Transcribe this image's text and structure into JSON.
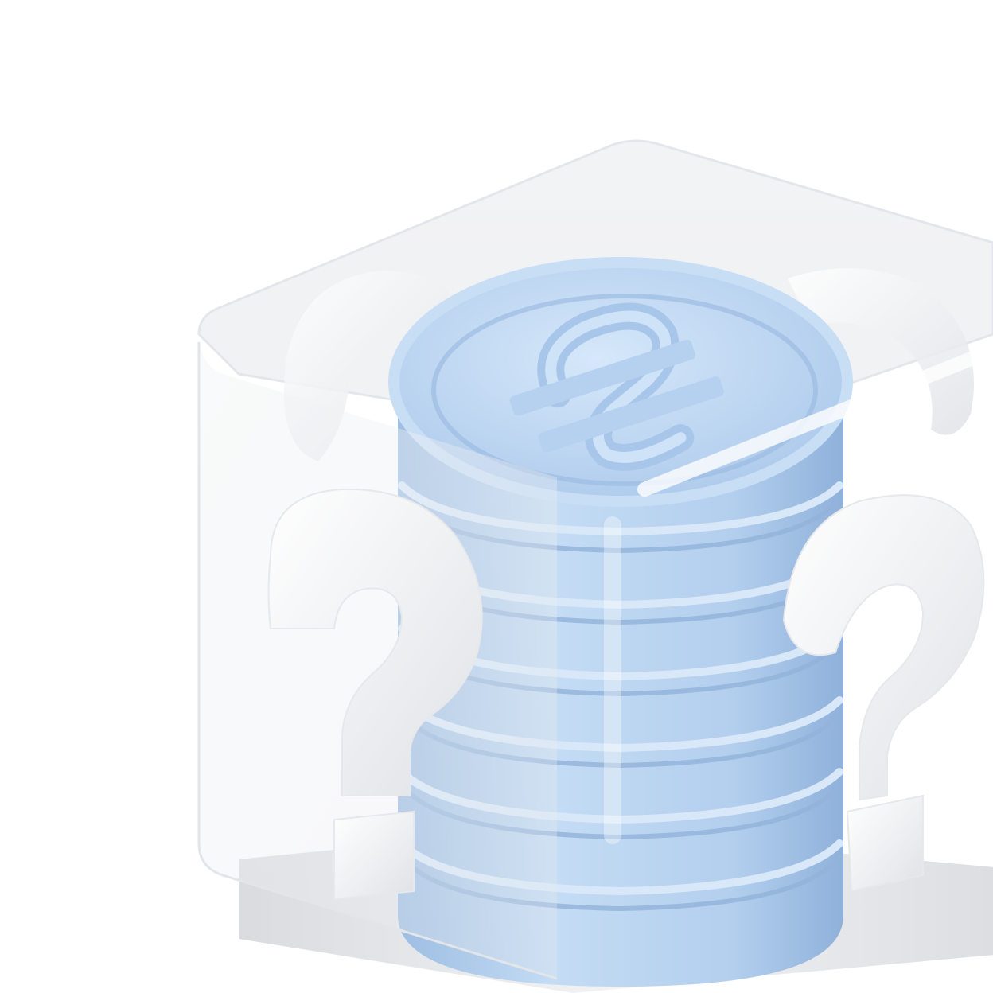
{
  "scene": {
    "background_color": "#ffffff",
    "subject": "mystery-box-with-coin-stack",
    "box": {
      "style": "frosted-glass-cube",
      "tint": "#eef1f4"
    },
    "coins": {
      "count": 7,
      "color": "#b9d4ef",
      "symbol": "hryvnia-sign-icon"
    },
    "question_marks": {
      "count": 4,
      "color": "#f4f5f7"
    },
    "tray_color": "#d7dadf"
  }
}
